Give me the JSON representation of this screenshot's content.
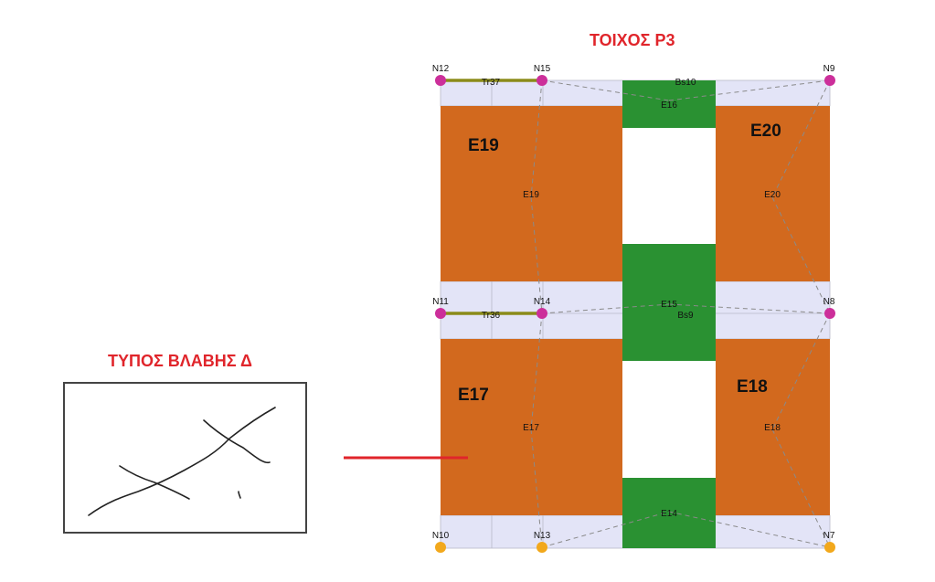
{
  "wall_title": "ΤΟΙΧΟΣ Ρ3",
  "damage_title": "ΤΥΠΟΣ ΒΛΑΒΗΣ Δ",
  "colors": {
    "pier": "#d2691e",
    "spandrel": "#2a9132",
    "rigid": "#e3e4f7",
    "node_upper": "#cc2f9a",
    "node_base": "#f2a81c",
    "tie": "#8b8b1a",
    "arrow": "#e0252b"
  },
  "nodes": {
    "N12": "N12",
    "N15": "N15",
    "N9": "N9",
    "N11": "N11",
    "N14": "N14",
    "N8": "N8",
    "N10": "N10",
    "N13": "N13",
    "N7": "N7"
  },
  "piers": {
    "E19": "E19",
    "E20": "E20",
    "E17": "E17",
    "E18": "E18"
  },
  "element_labels": {
    "E19": "E19",
    "E20": "E20",
    "E17": "E17",
    "E18": "E18",
    "E16": "E16",
    "E15": "E15",
    "E14": "E14"
  },
  "ties": {
    "Tr37": "Tr37",
    "Tr36": "Tr36"
  },
  "beams": {
    "Bs10": "Bs10",
    "Bs9": "Bs9"
  }
}
